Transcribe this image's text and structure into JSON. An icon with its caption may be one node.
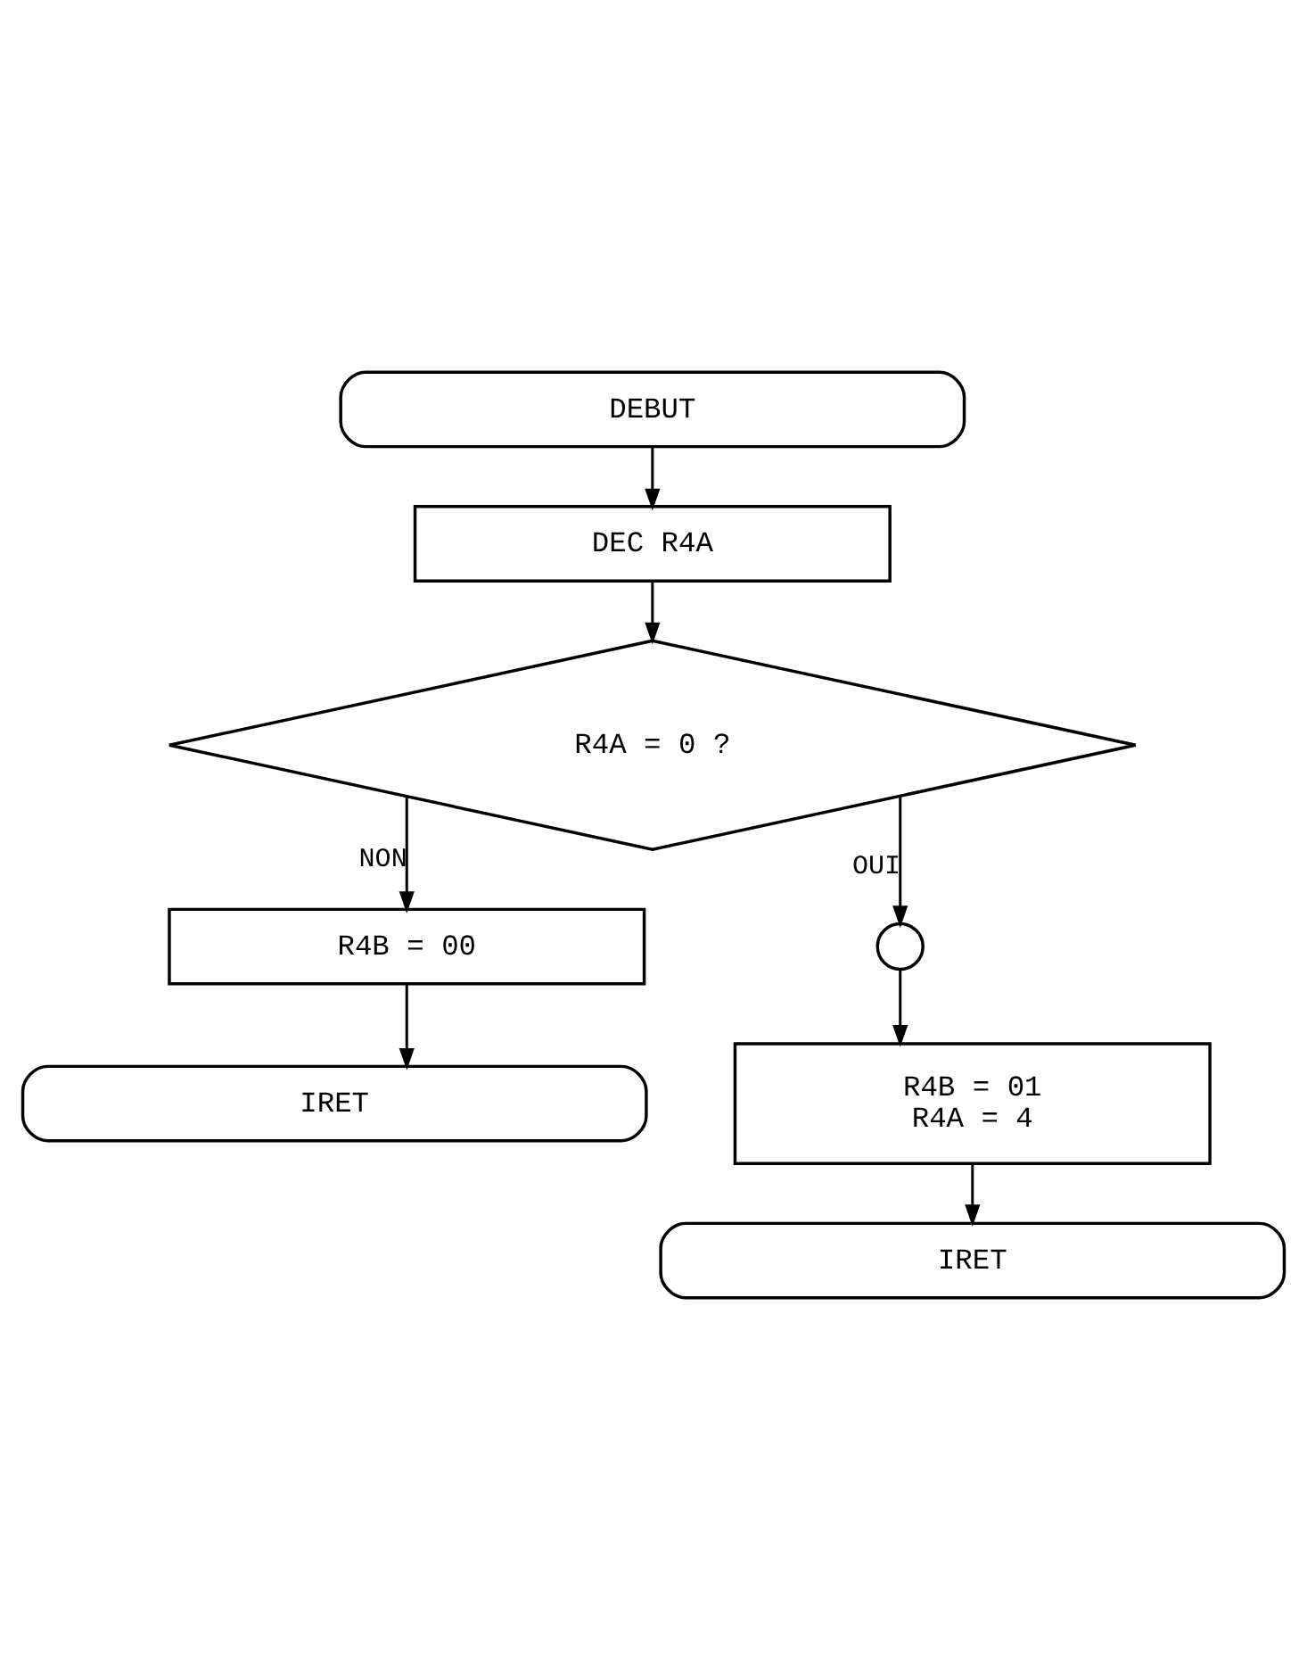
{
  "diagram": {
    "nodes": [
      {
        "text": [
          "DEBUT"
        ]
      },
      {
        "text": [
          "DEC R4A"
        ]
      },
      {
        "text": [
          "R4A = 0 ?"
        ]
      },
      {
        "text": [
          "R4B = 00"
        ]
      },
      {
        "text": [
          "IRET"
        ]
      },
      {
        "text": [],
        "shape": "circle"
      },
      {
        "text": [
          "R4B = 01",
          "R4A = 4"
        ]
      },
      {
        "text": [
          "IRET"
        ]
      }
    ],
    "edges": [
      {
        "from": 0,
        "to": 1,
        "arrow": "to"
      },
      {
        "from": 1,
        "to": 2,
        "arrow": "to"
      },
      {
        "from": 2,
        "to": 3,
        "arrow": "to",
        "label": "NON"
      },
      {
        "from": 3,
        "to": 4,
        "arrow": "to"
      },
      {
        "from": 2,
        "to": 5,
        "arrow": "to",
        "label": "OUI"
      },
      {
        "from": 5,
        "to": 6,
        "arrow": "to"
      },
      {
        "from": 6,
        "to": 7,
        "arrow": "to"
      }
    ]
  }
}
